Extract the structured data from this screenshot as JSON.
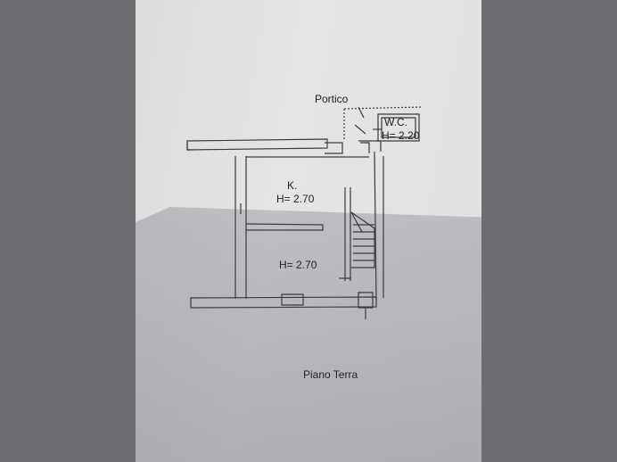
{
  "labels": {
    "portico": "Portico",
    "wc": "W.C.",
    "wc_height": "H= 2.20",
    "kitchen": "K.",
    "kitchen_height": "H= 2.70",
    "room_height": "H= 2.70",
    "floor_name": "Piano Terra"
  },
  "colors": {
    "line": "#3a3a3a",
    "paper": "#e4e2e4"
  }
}
